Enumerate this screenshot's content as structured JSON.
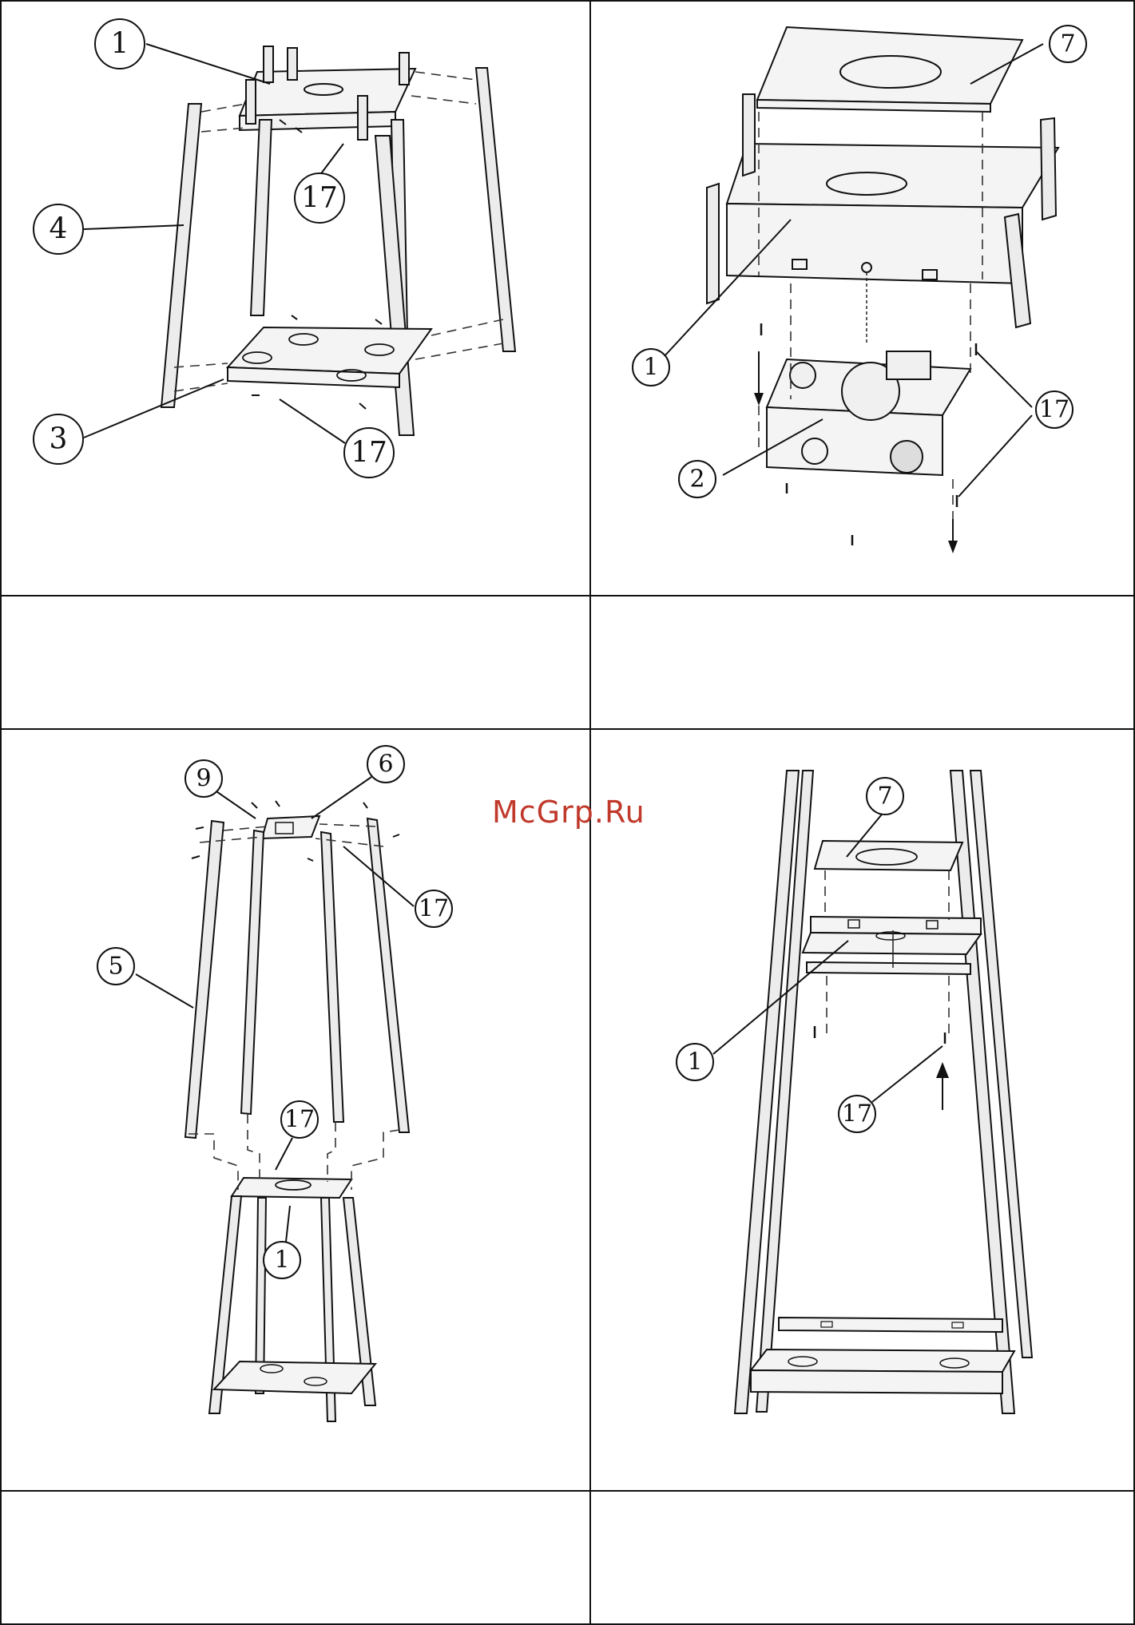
{
  "watermark": "McGrp.Ru",
  "panels": [
    {
      "callouts": [
        "1",
        "4",
        "17",
        "3",
        "17"
      ]
    },
    {
      "callouts": [
        "7",
        "1",
        "17",
        "2"
      ]
    },
    {
      "callouts": [
        "9",
        "6",
        "17",
        "5",
        "17",
        "1"
      ]
    },
    {
      "callouts": [
        "7",
        "1",
        "17"
      ]
    }
  ]
}
